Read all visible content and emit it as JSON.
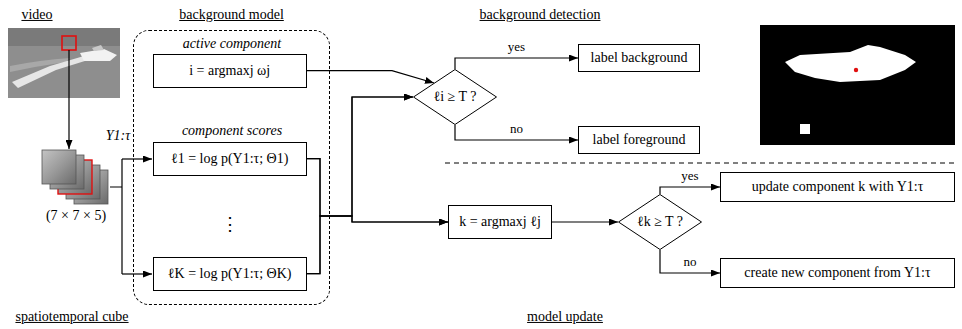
{
  "diagram": {
    "nodes": [
      {
        "text": [
          "background model"
        ]
      },
      {
        "text": [
          "i = argmaxj ωj"
        ],
        "in": 0
      },
      {
        "text": [
          "ℓ1 = log p(Y1:τ; Θ1)"
        ],
        "in": 0
      },
      {
        "text": [
          "ℓK = log p(Y1:τ; ΘK)"
        ],
        "in": 0
      },
      {
        "text": [
          "ℓi ≥ T ?"
        ]
      },
      {
        "text": [
          "label background"
        ]
      },
      {
        "text": [
          "label foreground"
        ]
      },
      {
        "text": [
          "k = argmaxj ℓj"
        ]
      },
      {
        "text": [
          "ℓk ≥ T ?"
        ]
      },
      {
        "text": [
          "update component k with Y1:τ"
        ]
      },
      {
        "text": [
          "create new component from Y1:τ"
        ]
      }
    ],
    "edges": [
      {
        "from": 1,
        "to": 4,
        "arrow": "to"
      },
      {
        "from": 2,
        "to": 4,
        "arrow": "to"
      },
      {
        "from": 3,
        "to": 4,
        "arrow": "to"
      },
      {
        "from": 2,
        "to": 7,
        "arrow": "to"
      },
      {
        "from": 3,
        "to": 7,
        "arrow": "to"
      },
      {
        "from": 4,
        "to": 5,
        "label": "yes",
        "arrow": "to"
      },
      {
        "from": 4,
        "to": 6,
        "label": "no",
        "arrow": "to"
      },
      {
        "from": 7,
        "to": 8,
        "arrow": "to"
      },
      {
        "from": 8,
        "to": 9,
        "label": "yes",
        "arrow": "to"
      },
      {
        "from": 8,
        "to": 10,
        "label": "no",
        "arrow": "to"
      }
    ],
    "labels": [
      "video",
      "spatiotemporal cube",
      "Y1:τ",
      "(7 × 7 × 5)",
      "active component",
      "component scores",
      "⋮",
      "background detection",
      "model update"
    ]
  }
}
